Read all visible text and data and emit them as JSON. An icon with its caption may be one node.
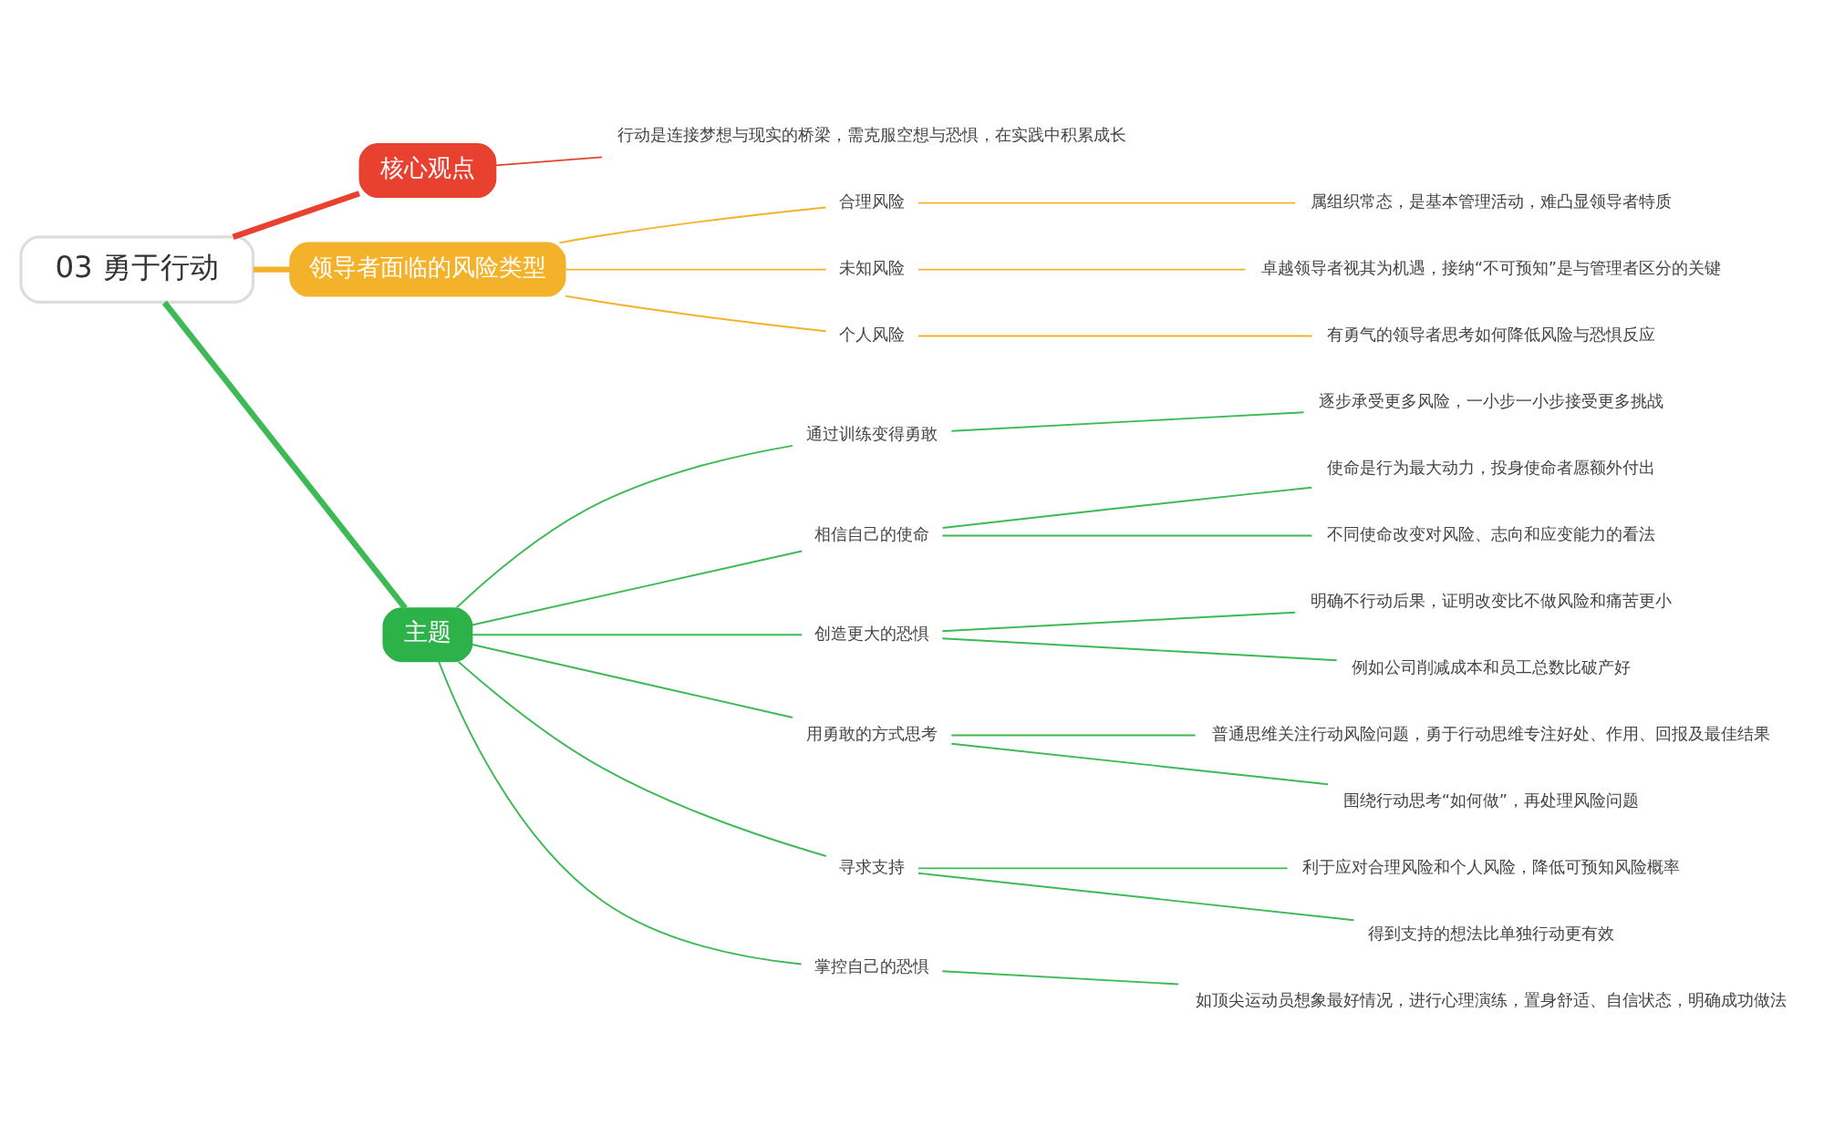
{
  "diagram": {
    "nodes": [
      {
        "text": [
          "03 勇于行动"
        ]
      },
      {
        "text": [
          "核心观点"
        ]
      },
      {
        "text": [
          "行动是连接梦想与现实的桥梁，需克服空想与恐惧，在实践中积累成长"
        ]
      },
      {
        "text": [
          "领导者面临的风险类型"
        ]
      },
      {
        "text": [
          "合理风险"
        ]
      },
      {
        "text": [
          "属组织常态，是基本管理活动，难凸显领导者特质"
        ]
      },
      {
        "text": [
          "未知风险"
        ]
      },
      {
        "text": [
          "卓越领导者视其为机遇，接纳“不可预知”是与管理者区分的关键"
        ]
      },
      {
        "text": [
          "个人风险"
        ]
      },
      {
        "text": [
          "有勇气的领导者思考如何降低风险与恐惧反应"
        ]
      },
      {
        "text": [
          "主题"
        ]
      },
      {
        "text": [
          "通过训练变得勇敢"
        ]
      },
      {
        "text": [
          "逐步承受更多风险，一小步一小步接受更多挑战"
        ]
      },
      {
        "text": [
          "相信自己的使命"
        ]
      },
      {
        "text": [
          "使命是行为最大动力，投身使命者愿额外付出"
        ]
      },
      {
        "text": [
          "不同使命改变对风险、志向和应变能力的看法"
        ]
      },
      {
        "text": [
          "创造更大的恐惧"
        ]
      },
      {
        "text": [
          "明确不行动后果，证明改变比不做风险和痛苦更小"
        ]
      },
      {
        "text": [
          "例如公司削减成本和员工总数比破产好"
        ]
      },
      {
        "text": [
          "用勇敢的方式思考"
        ]
      },
      {
        "text": [
          "普通思维关注行动风险问题，勇于行动思维专注好处、作用、回报及最佳结果"
        ]
      },
      {
        "text": [
          "围绕行动思考“如何做”，再处理风险问题"
        ]
      },
      {
        "text": [
          "寻求支持"
        ]
      },
      {
        "text": [
          "利于应对合理风险和个人风险，降低可预知风险概率"
        ]
      },
      {
        "text": [
          "得到支持的想法比单独行动更有效"
        ]
      },
      {
        "text": [
          "掌控自己的恐惧"
        ]
      },
      {
        "text": [
          "如顶尖运动员想象最好情况，进行心理演练，置身舒适、自信状态，明确成功做法"
        ]
      }
    ],
    "edges": [
      {
        "from": 0,
        "to": 1,
        "arrow": "none",
        "style": "thick",
        "color": "#e8412f"
      },
      {
        "from": 1,
        "to": 2,
        "arrow": "none",
        "color": "#e8412f"
      },
      {
        "from": 0,
        "to": 3,
        "arrow": "none",
        "style": "thick",
        "color": "#f4b12a"
      },
      {
        "from": 3,
        "to": 4,
        "arrow": "none",
        "color": "#f4b12a"
      },
      {
        "from": 4,
        "to": 5,
        "arrow": "none",
        "color": "#f4b12a"
      },
      {
        "from": 3,
        "to": 6,
        "arrow": "none",
        "color": "#f4b12a"
      },
      {
        "from": 6,
        "to": 7,
        "arrow": "none",
        "color": "#f4b12a"
      },
      {
        "from": 3,
        "to": 8,
        "arrow": "none",
        "color": "#f4b12a"
      },
      {
        "from": 8,
        "to": 9,
        "arrow": "none",
        "color": "#f4b12a"
      },
      {
        "from": 0,
        "to": 10,
        "arrow": "none",
        "style": "thick"
      },
      {
        "from": 10,
        "to": 11,
        "arrow": "none"
      },
      {
        "from": 11,
        "to": 12,
        "arrow": "none"
      },
      {
        "from": 10,
        "to": 13,
        "arrow": "none"
      },
      {
        "from": 13,
        "to": 14,
        "arrow": "none"
      },
      {
        "from": 13,
        "to": 15,
        "arrow": "none"
      },
      {
        "from": 10,
        "to": 16,
        "arrow": "none"
      },
      {
        "from": 16,
        "to": 17,
        "arrow": "none"
      },
      {
        "from": 16,
        "to": 18,
        "arrow": "none"
      },
      {
        "from": 10,
        "to": 19,
        "arrow": "none"
      },
      {
        "from": 19,
        "to": 20,
        "arrow": "none"
      },
      {
        "from": 19,
        "to": 21,
        "arrow": "none"
      },
      {
        "from": 10,
        "to": 22,
        "arrow": "none"
      },
      {
        "from": 22,
        "to": 23,
        "arrow": "none"
      },
      {
        "from": 22,
        "to": 24,
        "arrow": "none"
      },
      {
        "from": 10,
        "to": 25,
        "arrow": "none"
      },
      {
        "from": 25,
        "to": 26,
        "arrow": "none"
      }
    ]
  }
}
